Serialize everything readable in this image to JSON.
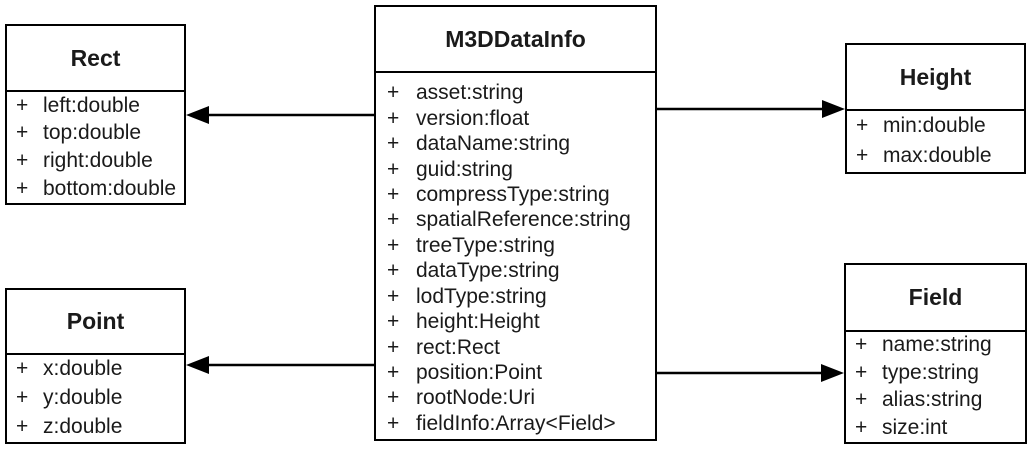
{
  "uml": {
    "visibility_symbol": "+"
  },
  "colors": {
    "line": "#000000",
    "background": "#ffffff",
    "text": "#1a1a1a"
  },
  "classes": {
    "m3ddatainfo": {
      "name": "M3DDataInfo",
      "attributes": [
        "asset:string",
        "version:float",
        "dataName:string",
        "guid:string",
        "compressType:string",
        "spatialReference:string",
        "treeType:string",
        "dataType:string",
        "lodType:string",
        "height:Height",
        "rect:Rect",
        "position:Point",
        "rootNode:Uri",
        "fieldInfo:Array<Field>"
      ]
    },
    "rect": {
      "name": "Rect",
      "attributes": [
        "left:double",
        "top:double",
        "right:double",
        "bottom:double"
      ]
    },
    "height": {
      "name": "Height",
      "attributes": [
        "min:double",
        "max:double"
      ]
    },
    "point": {
      "name": "Point",
      "attributes": [
        "x:double",
        "y:double",
        "z:double"
      ]
    },
    "field": {
      "name": "Field",
      "attributes": [
        "name:string",
        "type:string",
        "alias:string",
        "size:int"
      ]
    }
  },
  "relationships": [
    {
      "from": "M3DDataInfo",
      "to": "Rect",
      "type": "directed-association"
    },
    {
      "from": "M3DDataInfo",
      "to": "Height",
      "type": "directed-association"
    },
    {
      "from": "M3DDataInfo",
      "to": "Point",
      "type": "directed-association"
    },
    {
      "from": "M3DDataInfo",
      "to": "Field",
      "type": "directed-association"
    }
  ]
}
